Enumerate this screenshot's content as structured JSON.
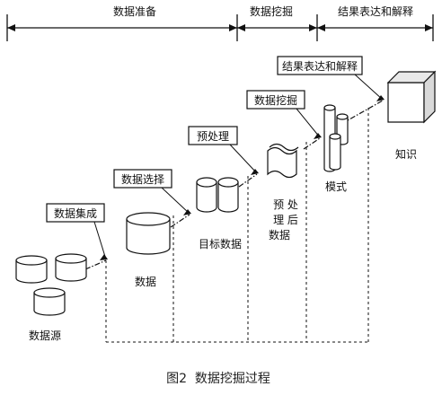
{
  "phases": {
    "prep": "数据准备",
    "mining": "数据挖掘",
    "result": "结果表达和解释"
  },
  "steps": {
    "integration": "数据集成",
    "selection": "数据选择",
    "preprocess": "预处理",
    "mining": "数据挖掘",
    "result": "结果表达和解释"
  },
  "nodes": {
    "source": "数据源",
    "data": "数据",
    "target": "目标数据",
    "preprocessed_1": "预 处",
    "preprocessed_2": "理 后",
    "preprocessed_3": "数据",
    "model": "模式",
    "knowledge": "知识"
  },
  "caption": "图2  数据挖掘过程"
}
